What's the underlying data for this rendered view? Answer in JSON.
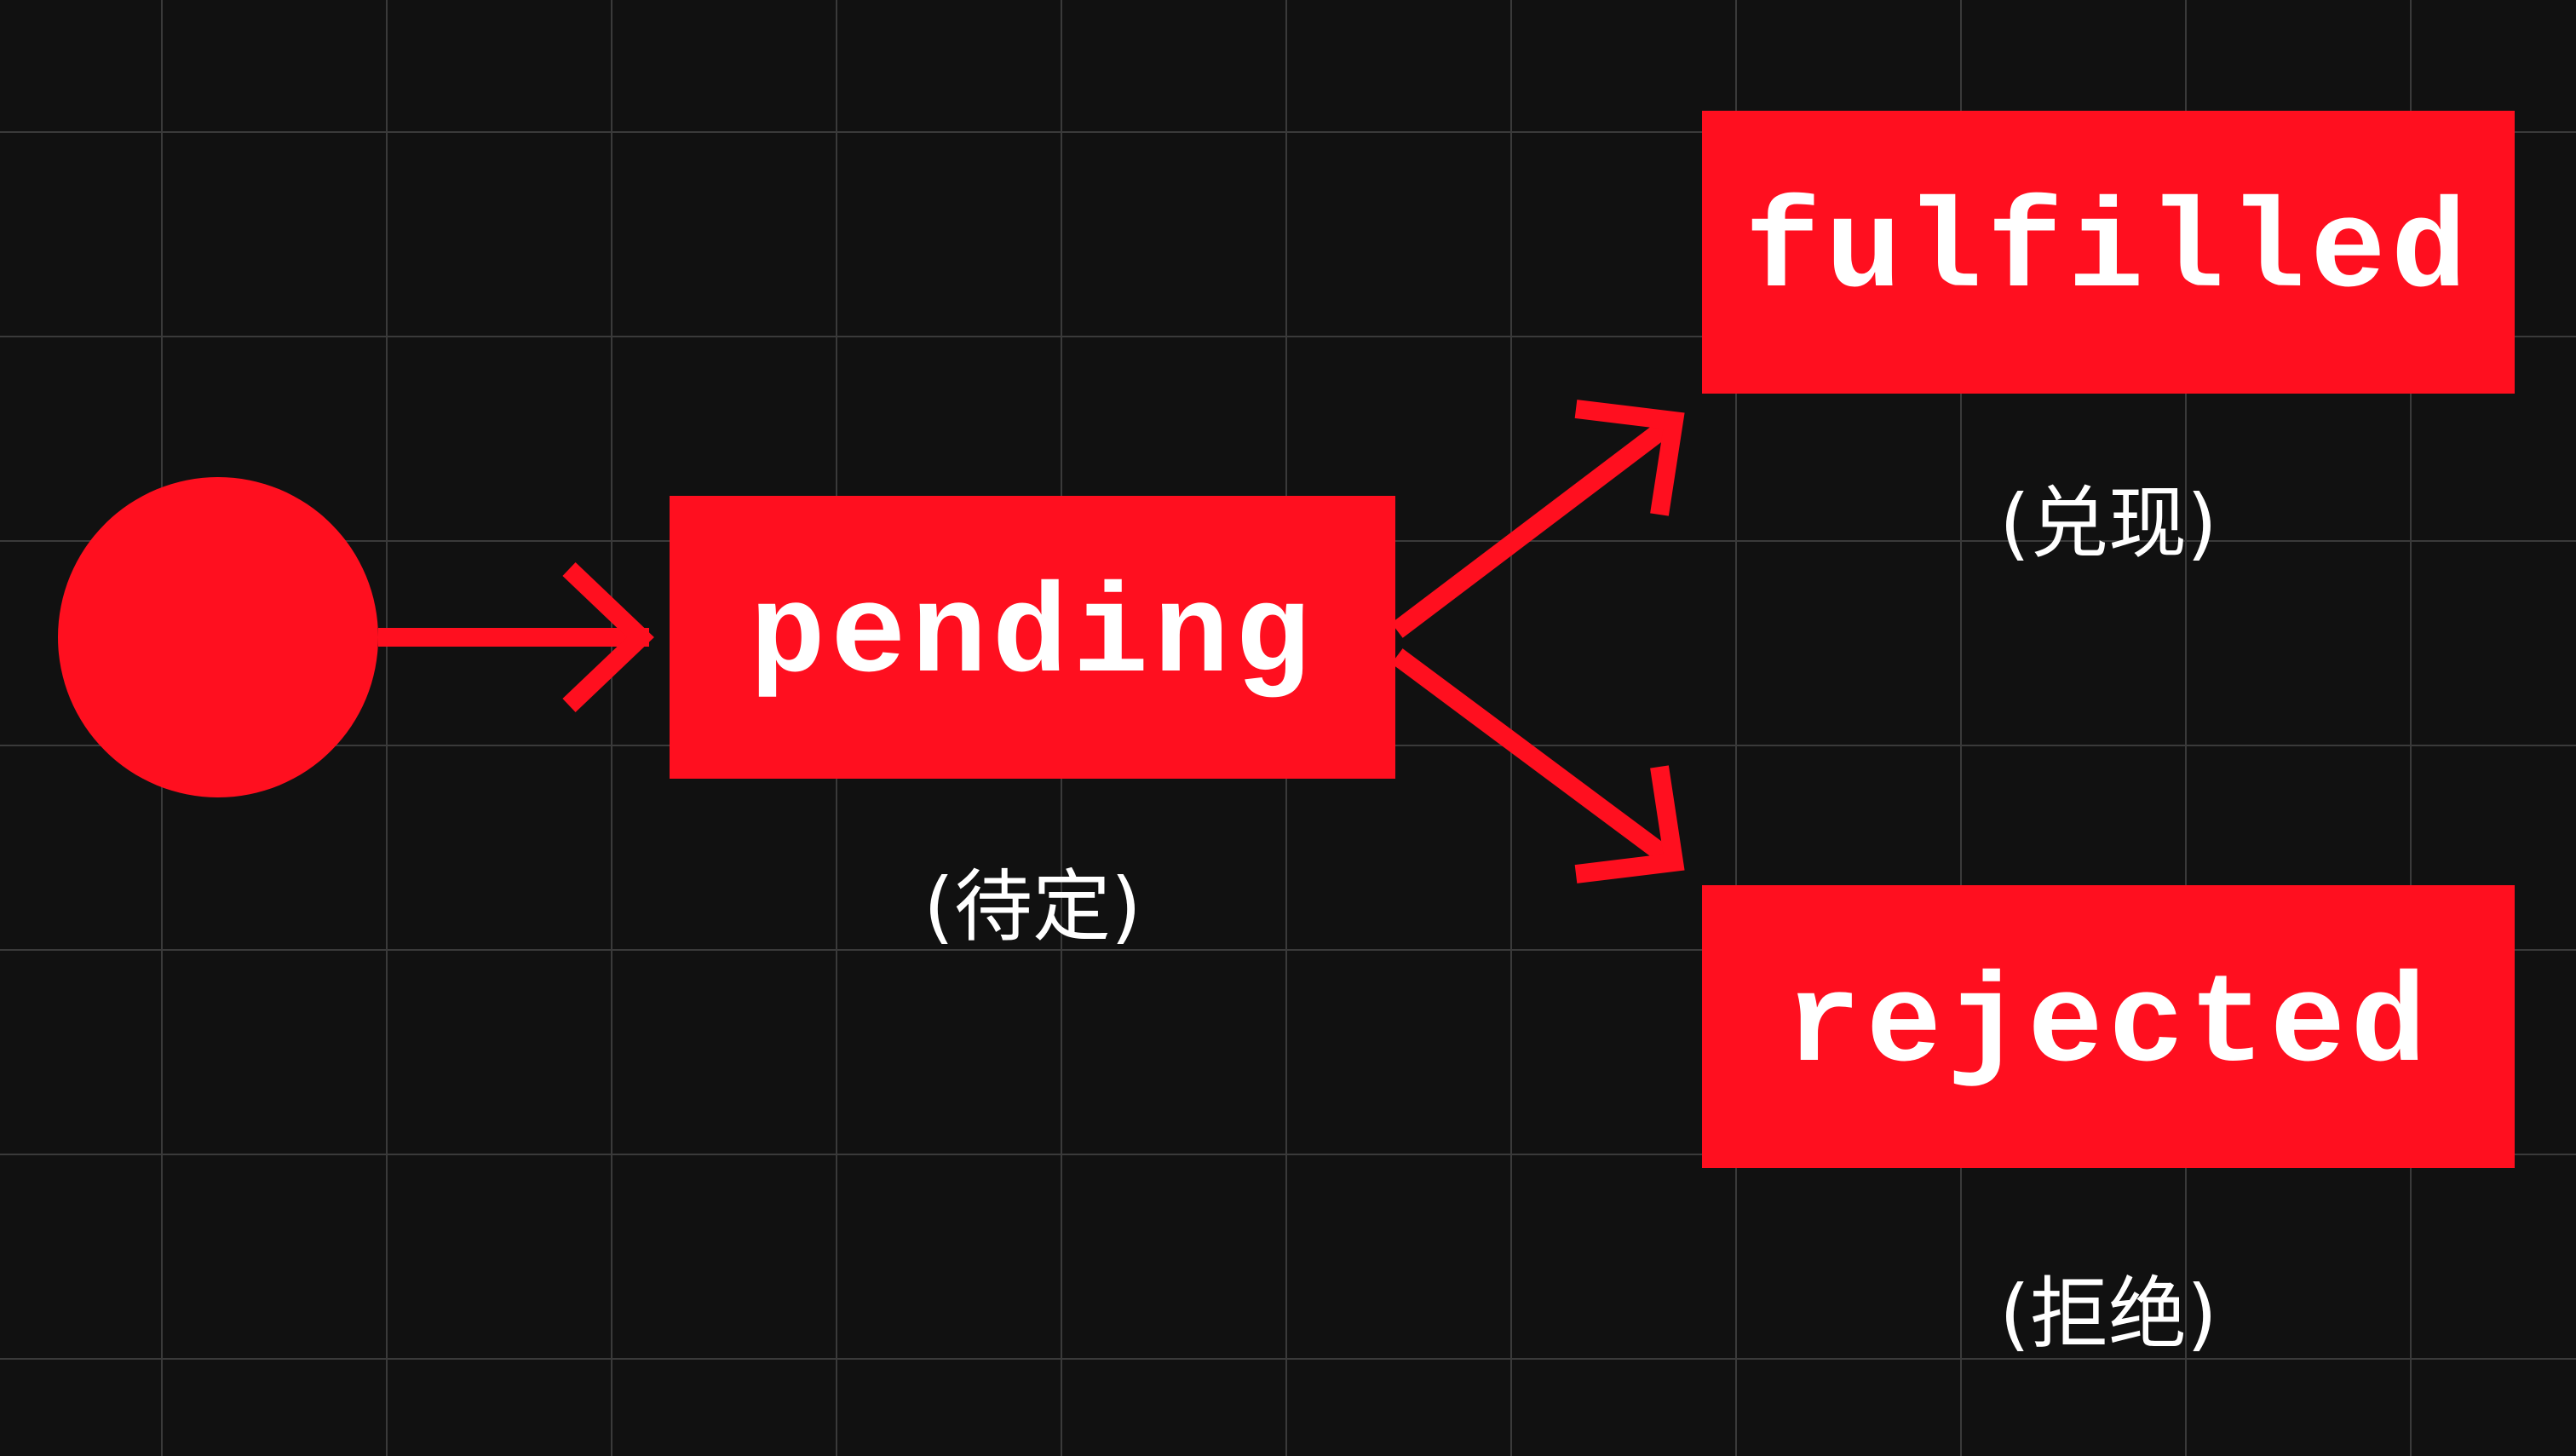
{
  "colors": {
    "background": "#111111",
    "grid": "#3a3a3a",
    "accent": "#ff0f1f",
    "text": "#ffffff"
  },
  "states": {
    "pending": {
      "label": "pending",
      "caption": "(待定)"
    },
    "fulfilled": {
      "label": "fulfilled",
      "caption": "(兑现)"
    },
    "rejected": {
      "label": "rejected",
      "caption": "(拒绝)"
    }
  }
}
